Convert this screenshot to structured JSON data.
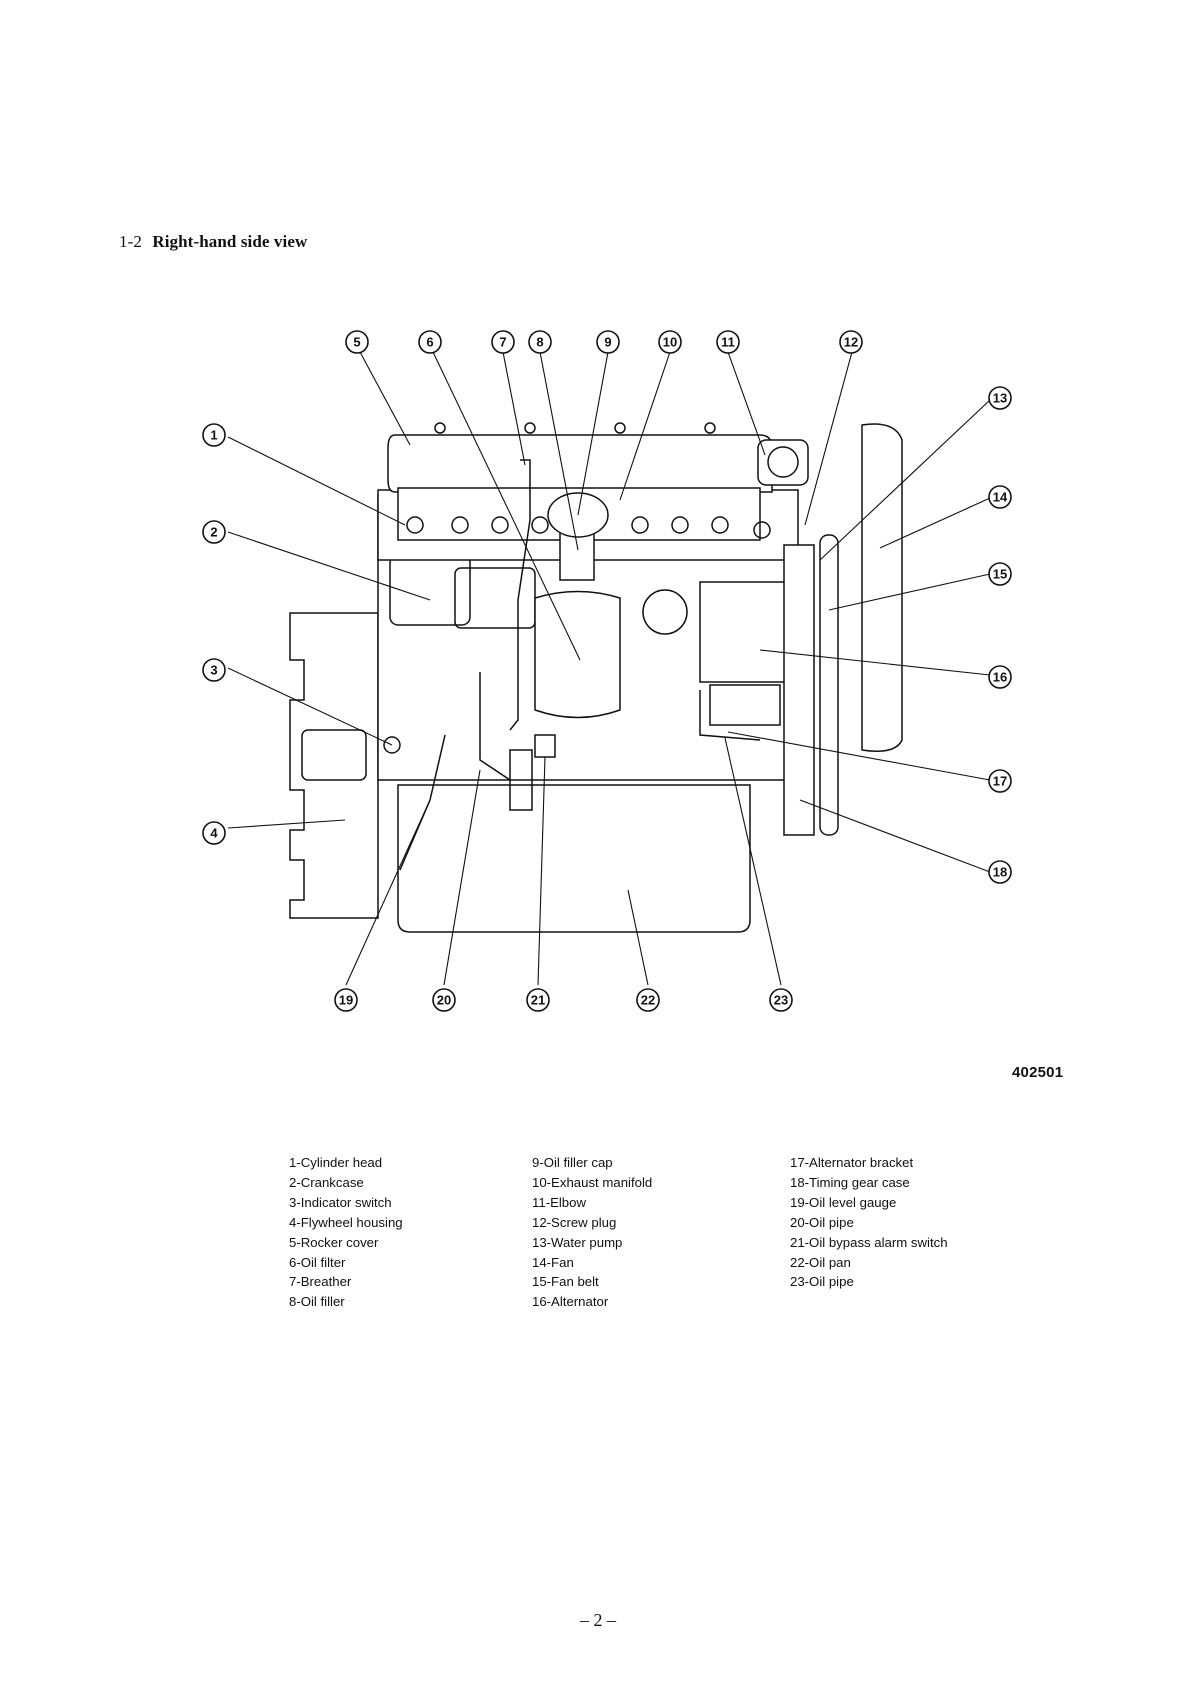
{
  "section": {
    "number": "1-2",
    "title": "Right-hand side view"
  },
  "figure_number": "402501",
  "page_number": "– 2 –",
  "callouts": [
    "1",
    "2",
    "3",
    "4",
    "5",
    "6",
    "7",
    "8",
    "9",
    "10",
    "11",
    "12",
    "13",
    "14",
    "15",
    "16",
    "17",
    "18",
    "19",
    "20",
    "21",
    "22",
    "23"
  ],
  "legend": {
    "col1": [
      "1-Cylinder head",
      "2-Crankcase",
      "3-Indicator switch",
      "4-Flywheel housing",
      "5-Rocker cover",
      "6-Oil filter",
      "7-Breather",
      "8-Oil filler"
    ],
    "col2": [
      "9-Oil filler cap",
      "10-Exhaust manifold",
      "11-Elbow",
      "12-Screw plug",
      "13-Water pump",
      "14-Fan",
      "15-Fan belt",
      "16-Alternator"
    ],
    "col3": [
      "17-Alternator bracket",
      "18-Timing gear case",
      "19-Oil level gauge",
      "20-Oil pipe",
      "21-Oil bypass alarm switch",
      "22-Oil pan",
      "23-Oil pipe"
    ]
  }
}
